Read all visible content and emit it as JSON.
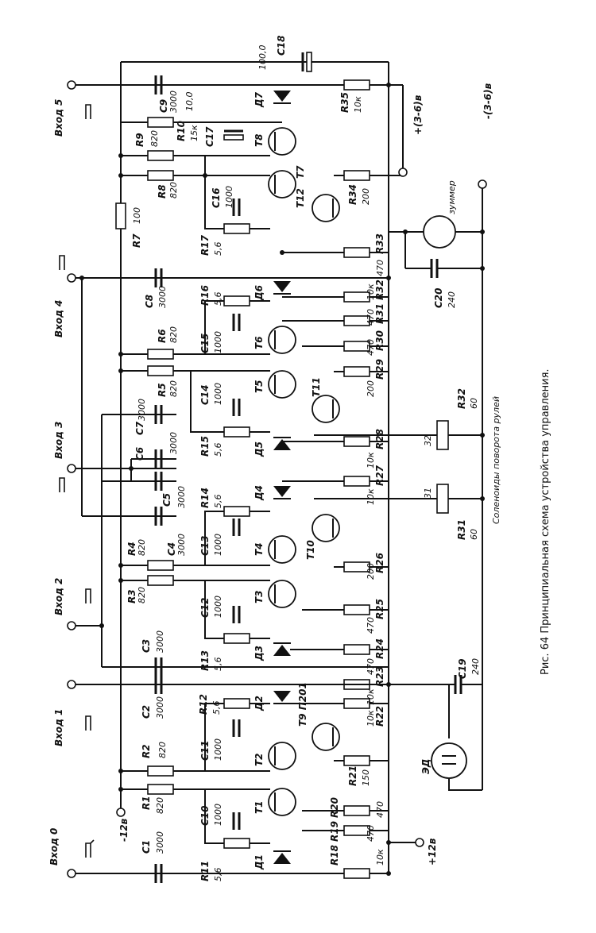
{
  "caption": "Рис. 64  Принципиальная схема устройства управления.",
  "inputs": [
    "Вход 0",
    "Вход 1",
    "Вход 2",
    "Вход 3",
    "Вход 4",
    "Вход 5"
  ],
  "supply": {
    "neg_12": "-12в",
    "pos_12": "+12в",
    "pos_3_6": "+(3-6)в",
    "neg_3_6": "-(3-6)в"
  },
  "capacitors": [
    {
      "ref": "C1",
      "value": "3000"
    },
    {
      "ref": "C2",
      "value": "3000"
    },
    {
      "ref": "C3",
      "value": "3000"
    },
    {
      "ref": "C4",
      "value": "3000"
    },
    {
      "ref": "C5",
      "value": "3000"
    },
    {
      "ref": "C6",
      "value": "3000"
    },
    {
      "ref": "C7",
      "value": "3000"
    },
    {
      "ref": "C8",
      "value": "3000"
    },
    {
      "ref": "C9",
      "value": "3000"
    },
    {
      "ref": "C10",
      "value": "1000"
    },
    {
      "ref": "C11",
      "value": "1000"
    },
    {
      "ref": "C12",
      "value": "1000"
    },
    {
      "ref": "C13",
      "value": "1000"
    },
    {
      "ref": "C14",
      "value": "1000"
    },
    {
      "ref": "C15",
      "value": "1000"
    },
    {
      "ref": "C16",
      "value": "1000"
    },
    {
      "ref": "C17",
      "value": "10,0"
    },
    {
      "ref": "C18",
      "value": "100,0"
    },
    {
      "ref": "C19",
      "value": "240"
    },
    {
      "ref": "C20",
      "value": "240"
    }
  ],
  "resistors": [
    {
      "ref": "R1",
      "value": "820"
    },
    {
      "ref": "R2",
      "value": "820"
    },
    {
      "ref": "R3",
      "value": "820"
    },
    {
      "ref": "R4",
      "value": "820"
    },
    {
      "ref": "R5",
      "value": "820"
    },
    {
      "ref": "R6",
      "value": "820"
    },
    {
      "ref": "R7",
      "value": "100"
    },
    {
      "ref": "R8",
      "value": "820"
    },
    {
      "ref": "R9",
      "value": "820"
    },
    {
      "ref": "R10",
      "value": "15к"
    },
    {
      "ref": "R11",
      "value": "5,6"
    },
    {
      "ref": "R12",
      "value": "5,6"
    },
    {
      "ref": "R13",
      "value": "5,6"
    },
    {
      "ref": "R14",
      "value": "5,6"
    },
    {
      "ref": "R15",
      "value": "5,6"
    },
    {
      "ref": "R16",
      "value": "5,6"
    },
    {
      "ref": "R17",
      "value": "5,6"
    },
    {
      "ref": "R18",
      "value": "10к"
    },
    {
      "ref": "R19",
      "value": "470"
    },
    {
      "ref": "R20",
      "value": "470"
    },
    {
      "ref": "R21",
      "value": "150"
    },
    {
      "ref": "R22",
      "value": "10к"
    },
    {
      "ref": "R23",
      "value": "10к"
    },
    {
      "ref": "R24",
      "value": "470"
    },
    {
      "ref": "R25",
      "value": "470"
    },
    {
      "ref": "R26",
      "value": "200"
    },
    {
      "ref": "R27",
      "value": "10к"
    },
    {
      "ref": "R28",
      "value": "10к"
    },
    {
      "ref": "R29",
      "value": "200"
    },
    {
      "ref": "R30",
      "value": "470"
    },
    {
      "ref": "R31",
      "value": "470"
    },
    {
      "ref": "R32",
      "value": "10к"
    },
    {
      "ref": "R33",
      "value": "470"
    },
    {
      "ref": "R34",
      "value": "200"
    },
    {
      "ref": "R35",
      "value": "10к"
    }
  ],
  "coil_resistors": [
    {
      "ref": "R31",
      "value": "60"
    },
    {
      "ref": "R32",
      "value": "60"
    }
  ],
  "transistors": [
    "T1",
    "T2",
    "T3",
    "T4",
    "T5",
    "T6",
    "T7",
    "T8",
    "T9 П201",
    "T10",
    "T11",
    "T12"
  ],
  "diodes": [
    "Д1",
    "Д2",
    "Д3",
    "Д4",
    "Д5",
    "Д6",
    "Д7"
  ],
  "solenoids": {
    "title": "Соленоиды поворота рулей",
    "coil1": "31",
    "coil2": "32"
  },
  "buzzer": "зуммер",
  "motor": "ЭД"
}
